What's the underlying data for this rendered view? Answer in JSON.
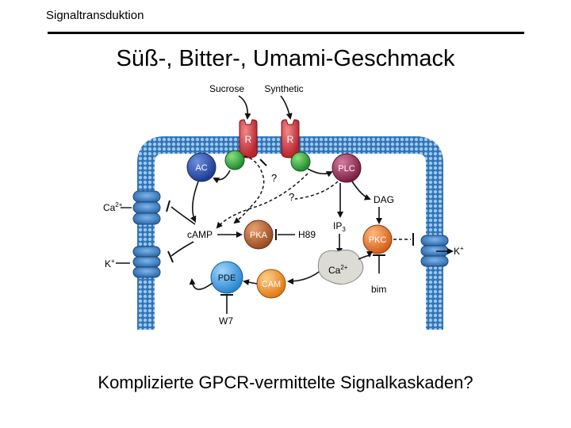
{
  "header": {
    "section_label": "Signaltransduktion"
  },
  "title": "Süß-, Bitter-, Umami-Geschmack",
  "caption": "Komplizierte GPCR-vermittelte Signalkaskaden?",
  "diagram": {
    "ligands": {
      "sucrose": "Sucrose",
      "synthetic": "Synthetic"
    },
    "receptor_label": "R",
    "nodes": {
      "ac": "AC",
      "plc": "PLC",
      "pka": "PKA",
      "pkc": "PKC",
      "pde": "PDE",
      "cam": "CAM",
      "camp": "cAMP",
      "dag": "DAG",
      "ip3": "IP",
      "ip3_sub": "3",
      "ca_internal": "Ca",
      "ca_internal_sup": "2+"
    },
    "inhibitors": {
      "h89": "H89",
      "bim": "bim",
      "w7": "W7"
    },
    "channels": {
      "ca": "Ca",
      "ca_sup": "2+",
      "k_left": "K",
      "k_left_sup": "+",
      "k_right": "K",
      "k_right_sup": "+"
    },
    "unknown_marker": "?",
    "colors": {
      "membrane": "#2f74b8",
      "receptor": "#c8323c",
      "g_protein": "#2f9d3c",
      "ac": "#2a4fa8",
      "plc": "#8e2a50",
      "pka": "#b3592a",
      "pkc": "#e8732a",
      "pde": "#3a9ee0",
      "cam": "#ef8a1e",
      "ca_blob": "#dcdcd4"
    }
  }
}
